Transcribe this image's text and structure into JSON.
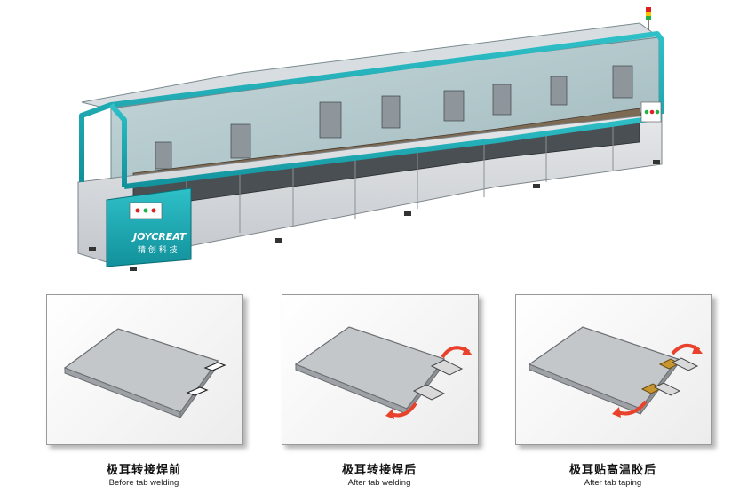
{
  "machine": {
    "brand": "JOYCREAT",
    "brand_cn": "精 创 科 技",
    "colors": {
      "teal": "#1aa6b0",
      "frame": "#c9cdd2",
      "glass": "#a9c4c8",
      "indicator_red": "#e02020",
      "indicator_green": "#22b04a"
    }
  },
  "stages": [
    {
      "title_cn": "极耳转接焊前",
      "title_en": "Before tab welding"
    },
    {
      "title_cn": "极耳转接焊后",
      "title_en": "After tab welding"
    },
    {
      "title_cn": "极耳贴高温胶后",
      "title_en": "After tab taping"
    }
  ],
  "colors": {
    "arrow": "#e8412c",
    "tape": "#c8962e",
    "tab": "#d9d9d9"
  }
}
